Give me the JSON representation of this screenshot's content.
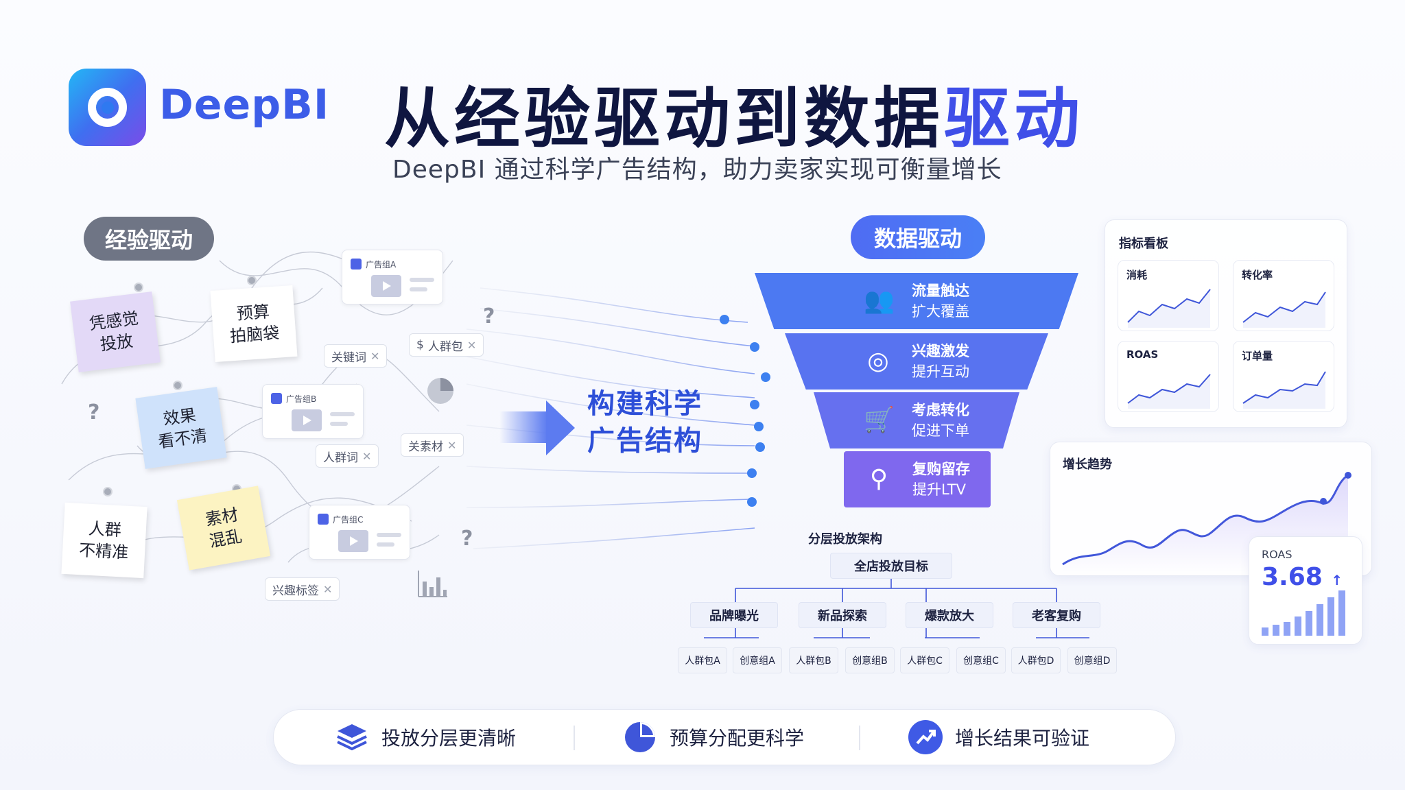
{
  "header": {
    "brand": "DeepBI",
    "title_part1": "从经验驱动到数据",
    "title_part2": "驱动",
    "subtitle": "DeepBI 通过科学广告结构，助力卖家实现可衡量增长"
  },
  "left": {
    "label": "经验驱动",
    "notes": [
      {
        "text": "凭感觉\n投放",
        "color": "#e3d9f7"
      },
      {
        "text": "预算\n拍脑袋",
        "color": "#ffffff"
      },
      {
        "text": "效果\n看不清",
        "color": "#cfe2fb"
      },
      {
        "text": "人群\n不精准",
        "color": "#ffffff"
      },
      {
        "text": "素材\n混乱",
        "color": "#fcf3c2"
      }
    ],
    "ad_cards": [
      "广告组A",
      "广告组B",
      "广告组C"
    ],
    "tags": [
      "关键词",
      "人群包",
      "人群词",
      "关素材",
      "兴趣标签"
    ],
    "tag_close": "✕"
  },
  "center": {
    "line1": "构建科学",
    "line2": "广告结构"
  },
  "funnel": {
    "label": "数据驱动",
    "stages": [
      {
        "title": "流量触达",
        "sub": "扩大覆盖",
        "icon": "users-icon",
        "glyph": "👥"
      },
      {
        "title": "兴趣激发",
        "sub": "提升互动",
        "icon": "target-icon",
        "glyph": "◎"
      },
      {
        "title": "考虑转化",
        "sub": "促进下单",
        "icon": "cart-icon",
        "glyph": "🛒"
      },
      {
        "title": "复购留存",
        "sub": "提升LTV",
        "icon": "user-pin-icon",
        "glyph": "⚲"
      }
    ]
  },
  "tree": {
    "title": "分层投放架构",
    "root": "全店投放目标",
    "branches": [
      {
        "label": "品牌曝光",
        "leaves": [
          "人群包A",
          "创意组A"
        ]
      },
      {
        "label": "新品探索",
        "leaves": [
          "人群包B",
          "创意组B"
        ]
      },
      {
        "label": "爆款放大",
        "leaves": [
          "人群包C",
          "创意组C"
        ]
      },
      {
        "label": "老客复购",
        "leaves": [
          "人群包D",
          "创意组D"
        ]
      }
    ]
  },
  "dashboard": {
    "title": "指标看板",
    "kpis": [
      "消耗",
      "转化率",
      "ROAS",
      "订单量"
    ]
  },
  "trend": {
    "title": "增长趋势",
    "roas_label": "ROAS",
    "roas_value": "3.68",
    "roas_arrow": "↑"
  },
  "bottom": {
    "features": [
      {
        "label": "投放分层更清晰",
        "icon": "layers-icon"
      },
      {
        "label": "预算分配更科学",
        "icon": "pie-chart-icon"
      },
      {
        "label": "增长结果可验证",
        "icon": "trend-up-icon"
      }
    ]
  },
  "colors": {
    "accent": "#3f4fe8",
    "funnel_top": "#4a78f2",
    "funnel_bottom": "#7f65ee"
  }
}
